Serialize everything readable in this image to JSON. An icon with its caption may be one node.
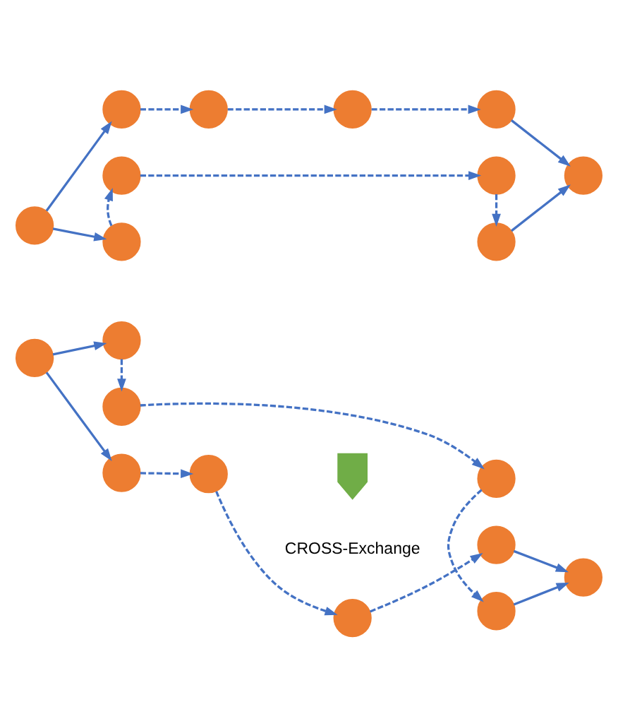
{
  "diagram": {
    "nodes": [
      {
        "text": [],
        "shape": "circle"
      },
      {
        "text": [],
        "shape": "circle"
      },
      {
        "text": [],
        "shape": "circle"
      },
      {
        "text": [],
        "shape": "circle"
      },
      {
        "text": [],
        "shape": "circle"
      },
      {
        "text": [],
        "shape": "circle"
      },
      {
        "text": [],
        "shape": "circle"
      },
      {
        "text": [],
        "shape": "circle"
      },
      {
        "text": [],
        "shape": "circle"
      },
      {
        "text": [],
        "shape": "circle"
      },
      {
        "text": [],
        "shape": "circle"
      },
      {
        "text": [],
        "shape": "circle"
      },
      {
        "text": [],
        "shape": "circle"
      },
      {
        "text": [],
        "shape": "circle"
      },
      {
        "text": [],
        "shape": "circle"
      },
      {
        "text": [],
        "shape": "circle"
      },
      {
        "text": [],
        "shape": "circle"
      },
      {
        "text": [],
        "shape": "circle"
      },
      {
        "text": [],
        "shape": "circle"
      },
      {
        "text": [],
        "shape": "circle"
      },
      {
        "text": [],
        "shape": "arrow",
        "beside": [
          "CROSS-Exchange"
        ]
      }
    ],
    "edges": [
      {
        "from": 0,
        "to": 1,
        "arrow": "to"
      },
      {
        "from": 0,
        "to": 3,
        "arrow": "to"
      },
      {
        "from": 1,
        "to": 2,
        "arrow": "to",
        "style": "dashed"
      },
      {
        "from": 2,
        "to": 7,
        "arrow": "to",
        "style": "dashed"
      },
      {
        "from": 3,
        "to": 4,
        "arrow": "to",
        "style": "dashed"
      },
      {
        "from": 4,
        "to": 5,
        "arrow": "to",
        "style": "dashed"
      },
      {
        "from": 5,
        "to": 8,
        "arrow": "to",
        "style": "dashed"
      },
      {
        "from": 7,
        "to": 6,
        "arrow": "to",
        "style": "dashed"
      },
      {
        "from": 6,
        "to": 9,
        "arrow": "to"
      },
      {
        "from": 8,
        "to": 9,
        "arrow": "to"
      },
      {
        "from": 10,
        "to": 11,
        "arrow": "to"
      },
      {
        "from": 10,
        "to": 13,
        "arrow": "to"
      },
      {
        "from": 11,
        "to": 14,
        "arrow": "to",
        "style": "dashed"
      },
      {
        "from": 14,
        "to": 15,
        "arrow": "to",
        "style": "dashed"
      },
      {
        "from": 15,
        "to": 16,
        "arrow": "to",
        "style": "dashed"
      },
      {
        "from": 16,
        "to": 19,
        "arrow": "to"
      },
      {
        "from": 13,
        "to": 12,
        "arrow": "to",
        "style": "dashed"
      },
      {
        "from": 12,
        "to": 17,
        "arrow": "to",
        "style": "dashed"
      },
      {
        "from": 17,
        "to": 18,
        "arrow": "to",
        "style": "dashed"
      },
      {
        "from": 18,
        "to": 19,
        "arrow": "to"
      }
    ]
  }
}
